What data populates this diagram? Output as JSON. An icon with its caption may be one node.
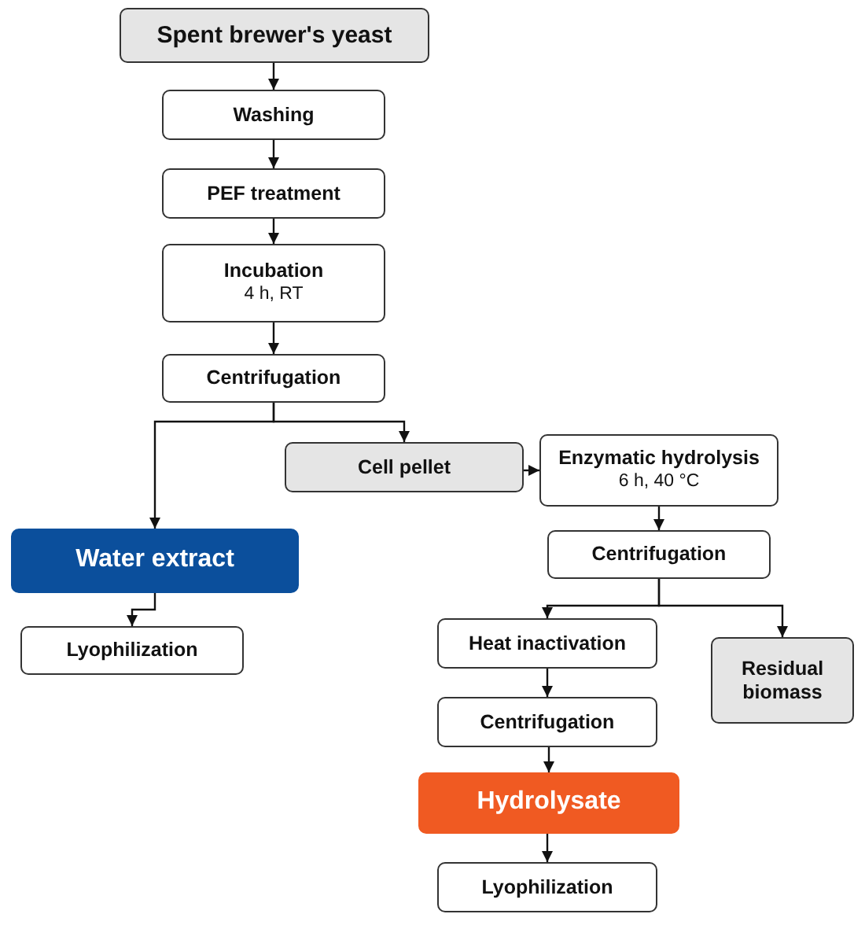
{
  "diagram": {
    "nodes": [
      {
        "text": [
          "Spent brewer's yeast"
        ]
      },
      {
        "text": [
          "Washing"
        ]
      },
      {
        "text": [
          "PEF treatment"
        ]
      },
      {
        "text": [
          "Incubation",
          "4 h, RT"
        ]
      },
      {
        "text": [
          "Centrifugation"
        ]
      },
      {
        "text": [
          "Cell pellet"
        ]
      },
      {
        "text": [
          "Enzymatic hydrolysis",
          "6 h, 40 °C"
        ]
      },
      {
        "text": [
          "Water extract"
        ]
      },
      {
        "text": [
          "Lyophilization"
        ]
      },
      {
        "text": [
          "Centrifugation"
        ]
      },
      {
        "text": [
          "Heat inactivation"
        ]
      },
      {
        "text": [
          "Residual biomass"
        ]
      },
      {
        "text": [
          "Centrifugation"
        ]
      },
      {
        "text": [
          "Hydrolysate"
        ]
      },
      {
        "text": [
          "Lyophilization"
        ]
      }
    ],
    "edges": [
      {
        "from": 0,
        "to": 1,
        "arrow": "to"
      },
      {
        "from": 1,
        "to": 2,
        "arrow": "to"
      },
      {
        "from": 2,
        "to": 3,
        "arrow": "to"
      },
      {
        "from": 3,
        "to": 4,
        "arrow": "to"
      },
      {
        "from": 4,
        "to": 7,
        "arrow": "to"
      },
      {
        "from": 4,
        "to": 5,
        "arrow": "to"
      },
      {
        "from": 5,
        "to": 6,
        "arrow": "to"
      },
      {
        "from": 6,
        "to": 9,
        "arrow": "to"
      },
      {
        "from": 7,
        "to": 8,
        "arrow": "to"
      },
      {
        "from": 9,
        "to": 10,
        "arrow": "to"
      },
      {
        "from": 9,
        "to": 11,
        "arrow": "to"
      },
      {
        "from": 10,
        "to": 12,
        "arrow": "to"
      },
      {
        "from": 12,
        "to": 13,
        "arrow": "to"
      },
      {
        "from": 13,
        "to": 14,
        "arrow": "to"
      }
    ]
  }
}
